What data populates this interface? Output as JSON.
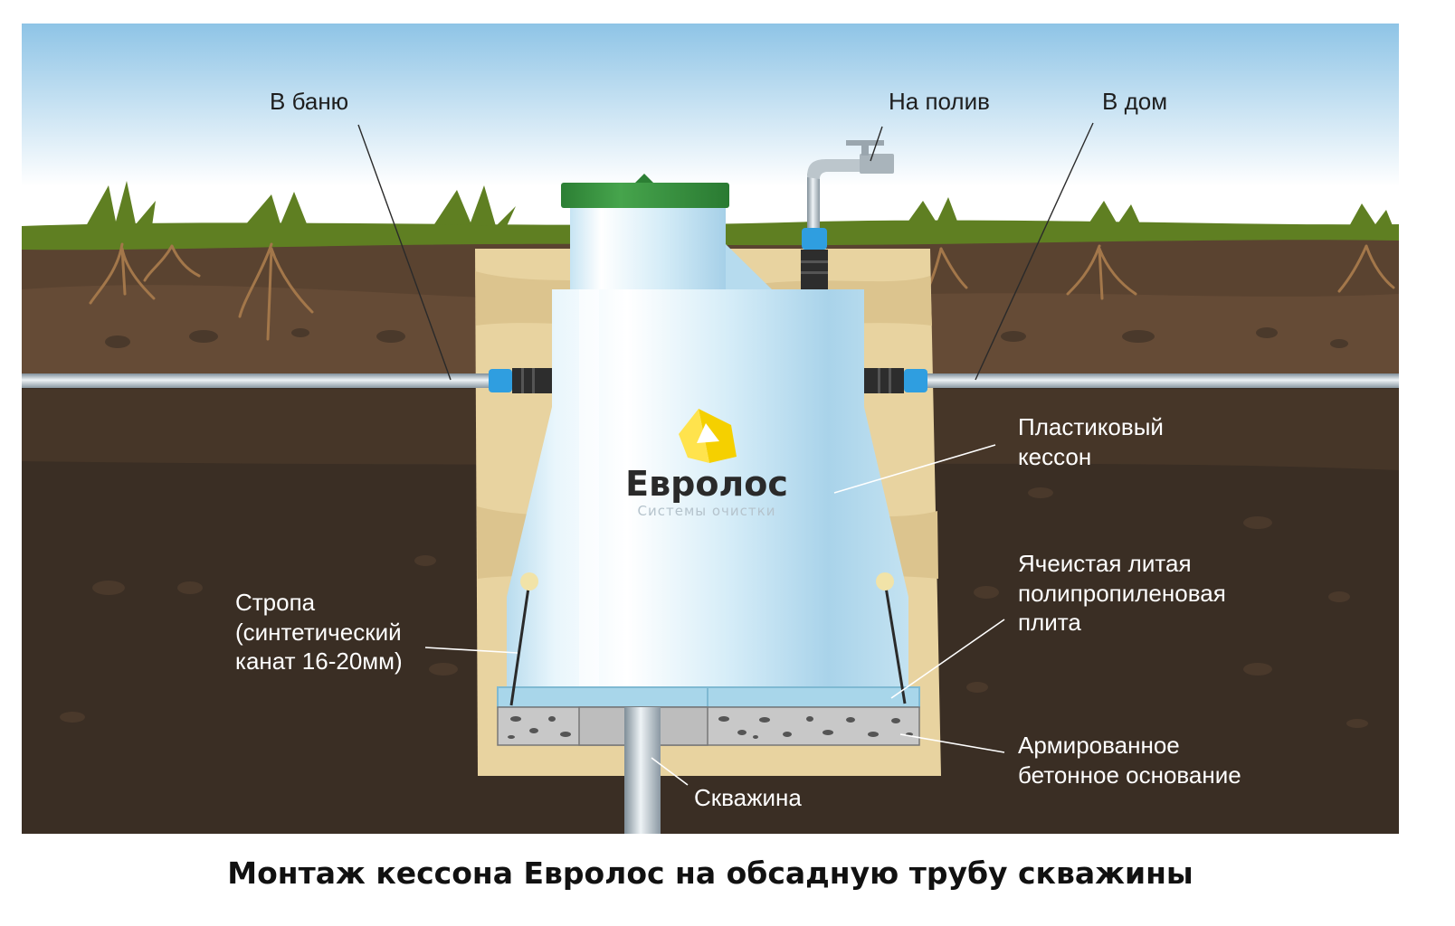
{
  "labels": {
    "banya": "В баню",
    "poliv": "На полив",
    "dom": "В дом",
    "kesson": [
      "Пластиковый",
      "кессон"
    ],
    "plita": [
      "Ячеистая литая",
      "полипропиленовая",
      "плита"
    ],
    "stropa": [
      "Стропа",
      "(синтетический",
      "канат 16-20мм)"
    ],
    "osnovanie": [
      "Армированное",
      "бетонное основание"
    ],
    "skvazhina": "Скважина"
  },
  "logo": {
    "name": "Евролос",
    "tagline": "Системы очистки"
  },
  "caption": "Монтаж кессона Евролос на обсадную трубу скважины",
  "colors": {
    "sky_top": "#8ec4e6",
    "grass": "#5f7f22",
    "soil_top": "#5a4330",
    "soil_deep": "#3a2e24",
    "sand": "#e8d3a0",
    "caisson": "#c9e6f4",
    "lid": "#2f8a3a",
    "logo_yellow": "#f5d000",
    "coupling_blue": "#2f9ee0"
  }
}
